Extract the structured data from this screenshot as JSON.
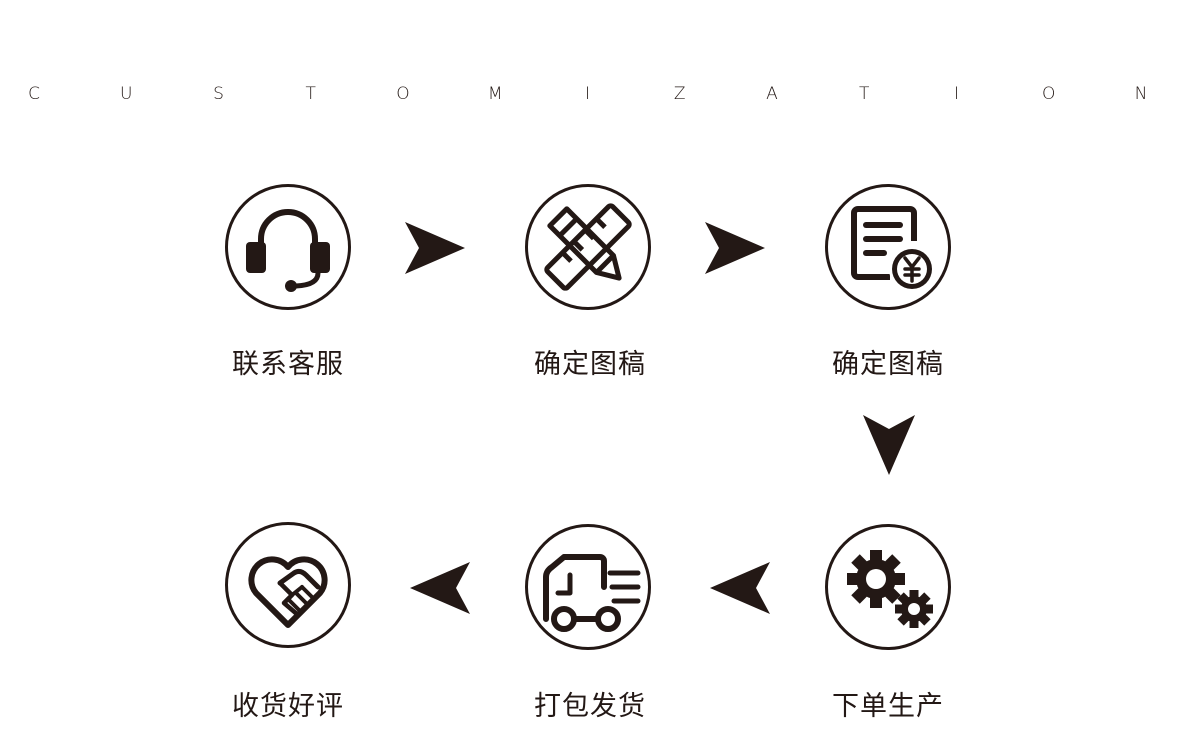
{
  "header": {
    "letters": [
      "C",
      "U",
      "S",
      "T",
      "O",
      "M",
      "I",
      "Z",
      "A",
      "T",
      "I",
      "O",
      "N"
    ]
  },
  "steps": [
    {
      "label": "联系客服",
      "icon": "headset-icon"
    },
    {
      "label": "确定图稿",
      "icon": "pencil-ruler-icon"
    },
    {
      "label": "确定图稿",
      "icon": "document-yuan-icon"
    },
    {
      "label": "下单生产",
      "icon": "gears-icon"
    },
    {
      "label": "打包发货",
      "icon": "delivery-truck-icon"
    },
    {
      "label": "收货好评",
      "icon": "heart-handshake-icon"
    }
  ],
  "colors": {
    "ink": "#231815",
    "background": "#ffffff"
  }
}
